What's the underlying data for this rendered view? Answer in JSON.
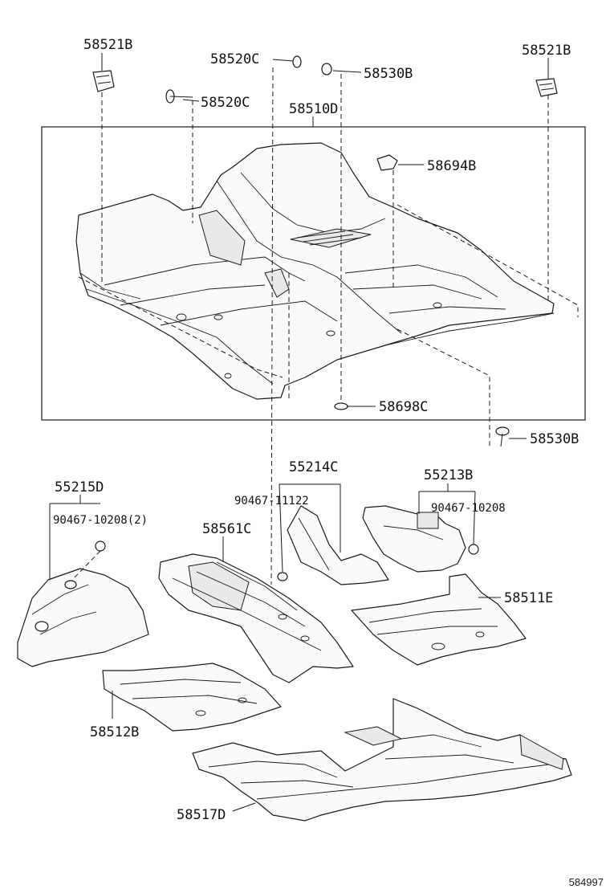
{
  "labels": {
    "p58521b_left": "58521B",
    "p58520c_top": "58520C",
    "p58530b_top": "58530B",
    "p58521b_right": "58521B",
    "p58520c_mid": "58520C",
    "p58510d": "58510D",
    "p58694b": "58694B",
    "p58698c": "58698C",
    "p58530b_bottom": "58530B",
    "p55214c": "55214C",
    "p55213b": "55213B",
    "p55215d": "55215D",
    "p90467_11122": "90467-11122",
    "p90467_10208_right": "90467-10208",
    "p90467_10208_left": "90467-10208(2)",
    "p58561c": "58561C",
    "p58511e": "58511E",
    "p58512b": "58512B",
    "p58517d": "58517D"
  },
  "reference_number": "584997"
}
